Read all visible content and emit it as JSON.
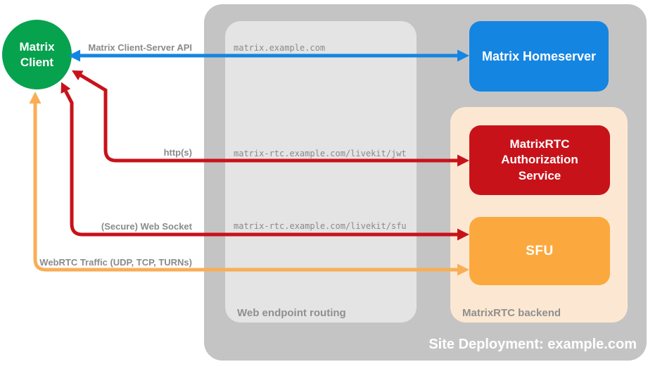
{
  "colors": {
    "green": "#07a24e",
    "blue": "#1585e2",
    "red": "#c8121a",
    "orange": "#fba93e",
    "orange_arrow": "#f9ae55",
    "peach": "#fce8d2",
    "outer_gray": "#c4c4c4",
    "inner_gray": "#e4e4e4"
  },
  "nodes": {
    "client": {
      "label": "Matrix Client"
    },
    "homeserver": {
      "label": "Matrix Homeserver"
    },
    "auth": {
      "label": "MatrixRTC Authorization Service"
    },
    "sfu": {
      "label": "SFU"
    }
  },
  "containers": {
    "site": {
      "label": "Site Deployment: example.com"
    },
    "routing": {
      "label": "Web endpoint routing"
    },
    "backend": {
      "label": "MatrixRTC backend"
    }
  },
  "endpoints": {
    "homeserver_url": "matrix.example.com",
    "jwt_url": "matrix-rtc.example.com/livekit/jwt",
    "sfu_url": "matrix-rtc.example.com/livekit/sfu"
  },
  "connections": {
    "cs_api": {
      "label": "Matrix Client-Server API"
    },
    "https": {
      "label": "http(s)"
    },
    "websocket": {
      "label": "(Secure) Web Socket"
    },
    "webrtc": {
      "label": "WebRTC Traffic (UDP, TCP, TURNs)"
    }
  }
}
